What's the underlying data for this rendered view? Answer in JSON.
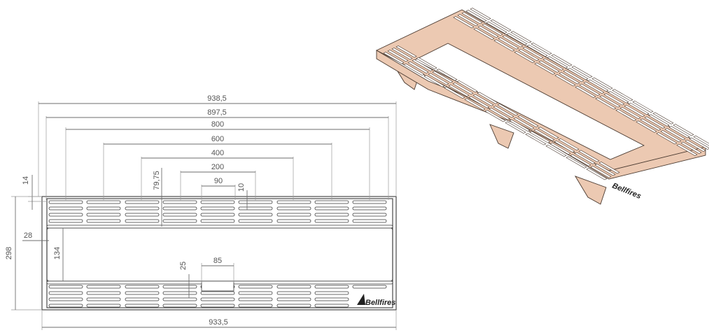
{
  "dimensions": {
    "overall_length": "938,5",
    "inner_length": "897,5",
    "span_800": "800",
    "span_600": "600",
    "span_400": "400",
    "span_200": "200",
    "span_90": "90",
    "slot_spacing": "10",
    "front_offset": "79,75",
    "top_margin": "14",
    "side_margin": "28",
    "overall_depth": "298",
    "opening_depth": "134",
    "notch_depth": "25",
    "notch_width": "85",
    "bottom_length": "933,5"
  },
  "logo": {
    "text": "Bellfires"
  },
  "colors": {
    "part_fill_iso": "#ecc9b2",
    "line": "#3a3a3a",
    "dimension": "#6e6e6e"
  }
}
